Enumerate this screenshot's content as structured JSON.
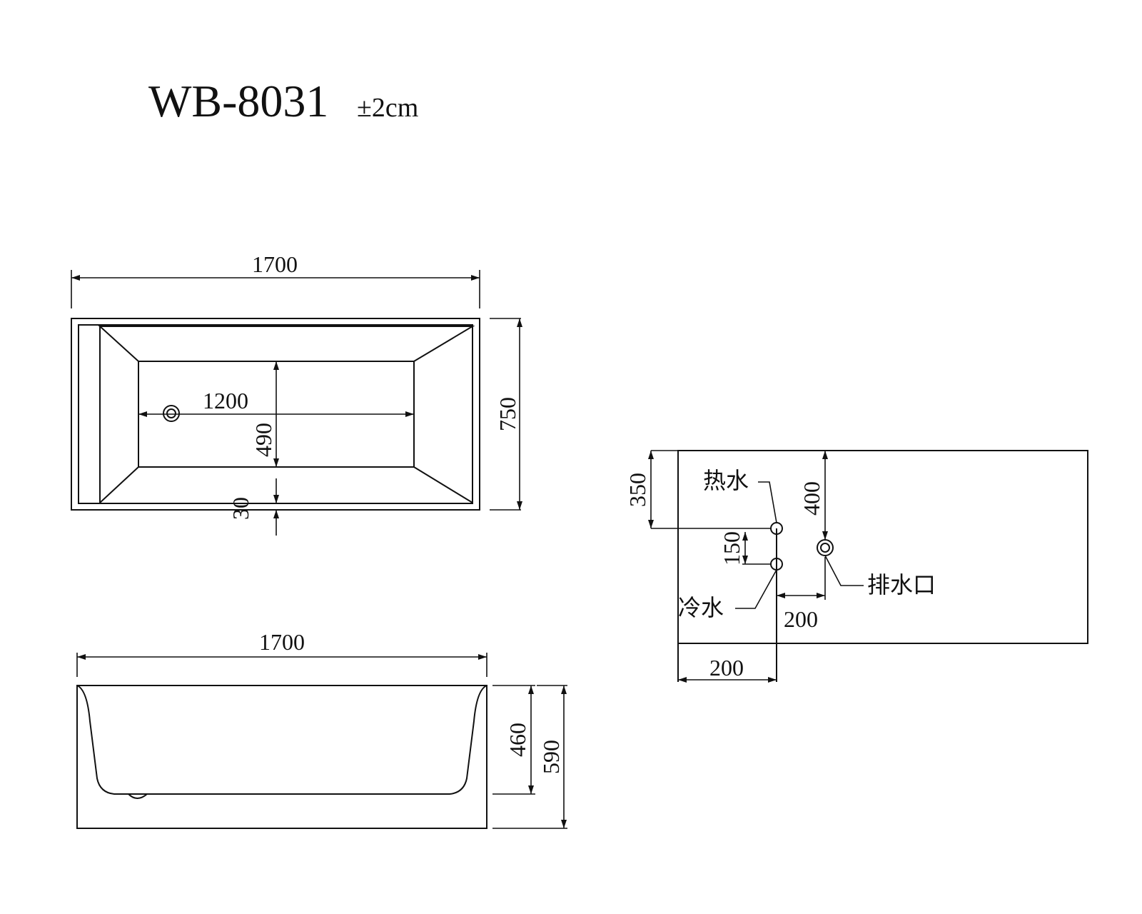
{
  "title": {
    "model": "WB-8031",
    "tolerance": "±2cm"
  },
  "top_view": {
    "length": "1700",
    "width": "750",
    "inner_length": "1200",
    "inner_width": "490",
    "rim": "30"
  },
  "side_view": {
    "length": "1700",
    "depth": "460",
    "height": "590"
  },
  "connection_view": {
    "hot_water_label": "热水",
    "cold_water_label": "冷水",
    "drain_label": "排水口",
    "hot_height": "350",
    "drain_height": "400",
    "hot_cold_spacing": "150",
    "drain_offset": "200",
    "wall_offset": "200"
  },
  "colors": {
    "line": "#111111",
    "background": "#ffffff"
  }
}
